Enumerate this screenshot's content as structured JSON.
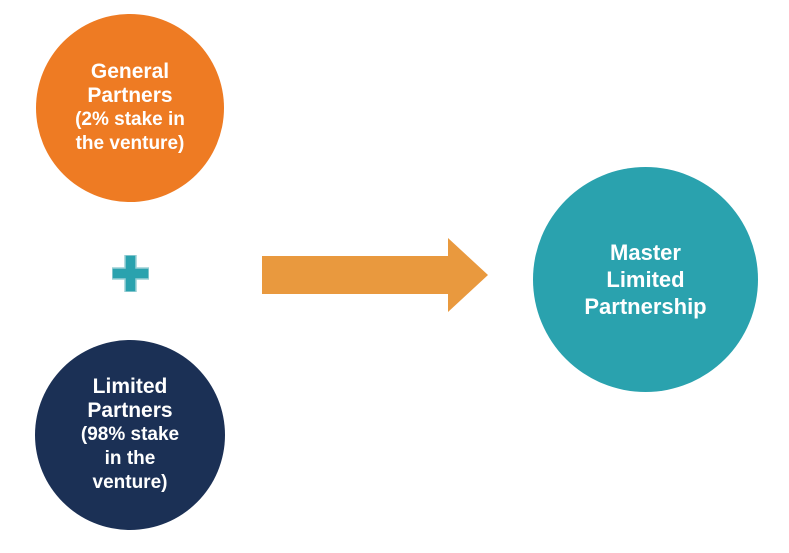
{
  "diagram": {
    "nodes": {
      "general_partners": {
        "label": "General Partners",
        "label_lines": [
          "General",
          "Partners"
        ],
        "stake": "(2% stake in the venture)",
        "stake_lines": [
          "(2% stake in",
          "the venture)"
        ]
      },
      "limited_partners": {
        "label": "Limited Partners",
        "label_lines": [
          "Limited",
          "Partners"
        ],
        "stake": "(98% stake in the venture)",
        "stake_lines": [
          "(98% stake",
          "in the",
          "venture)"
        ]
      },
      "master_limited_partnership": {
        "label": "Master Limited Partnership",
        "label_lines": [
          "Master",
          "Limited",
          "Partnership"
        ]
      }
    },
    "operators": {
      "plus": "+"
    },
    "colors": {
      "general_partners_circle": "#EE7B23",
      "limited_partners_circle": "#1B3055",
      "master_limited_partnership_circle": "#2AA2AE",
      "arrow": "#E9993E",
      "plus": "#2AA2AE",
      "plus_outline": "#9BD0D5",
      "text": "#FFFFFF",
      "background": "#FFFFFF"
    }
  }
}
